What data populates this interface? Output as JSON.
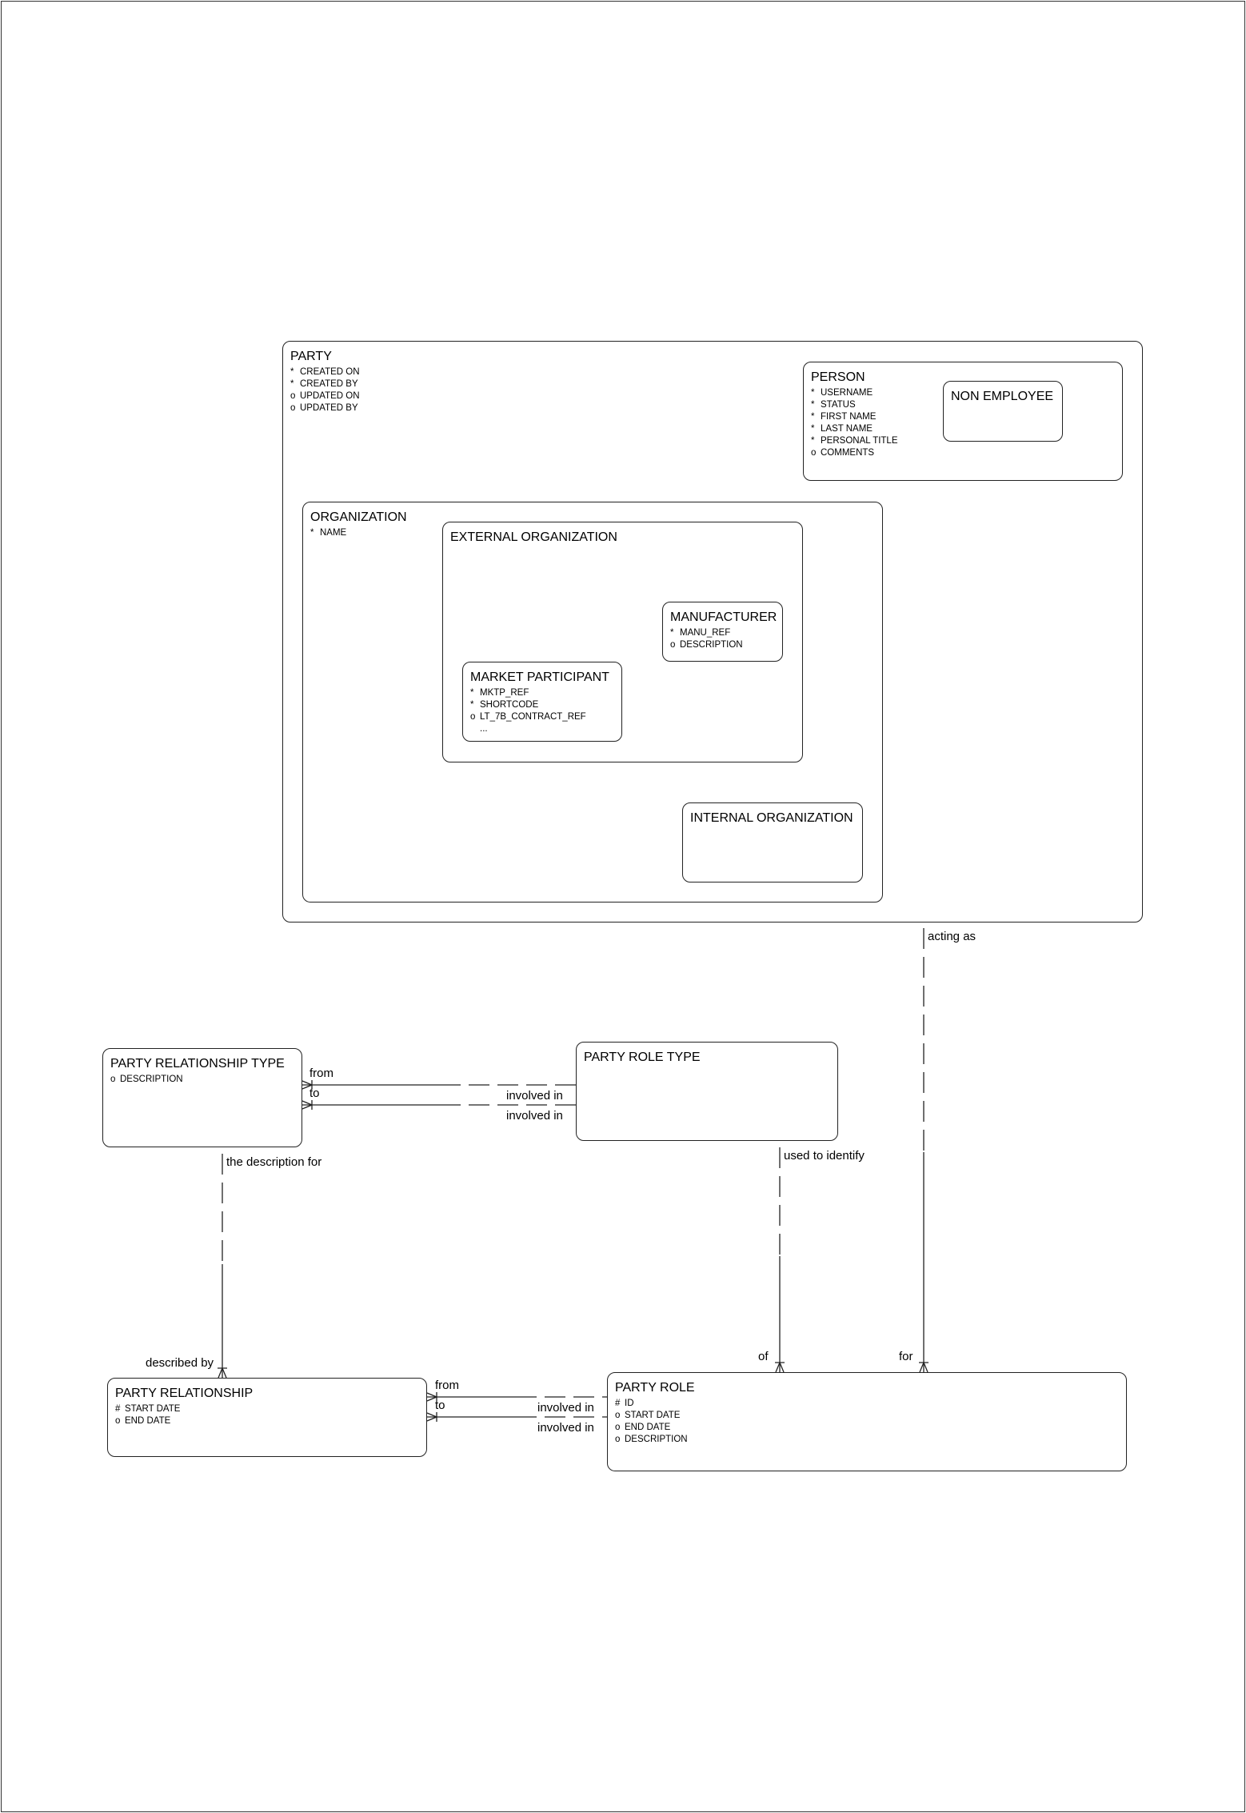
{
  "entities": {
    "party": {
      "title": "PARTY",
      "attributes": [
        {
          "mark": "*",
          "name": "CREATED ON"
        },
        {
          "mark": "*",
          "name": "CREATED BY"
        },
        {
          "mark": "o",
          "name": "UPDATED ON"
        },
        {
          "mark": "o",
          "name": "UPDATED BY"
        }
      ]
    },
    "person": {
      "title": "PERSON",
      "attributes": [
        {
          "mark": "*",
          "name": "USERNAME"
        },
        {
          "mark": "*",
          "name": "STATUS"
        },
        {
          "mark": "*",
          "name": "FIRST NAME"
        },
        {
          "mark": "*",
          "name": "LAST NAME"
        },
        {
          "mark": "*",
          "name": "PERSONAL TITLE"
        },
        {
          "mark": "o",
          "name": "COMMENTS"
        }
      ]
    },
    "non_employee": {
      "title": "NON EMPLOYEE",
      "attributes": []
    },
    "organization": {
      "title": "ORGANIZATION",
      "attributes": [
        {
          "mark": "*",
          "name": "NAME"
        }
      ]
    },
    "external_organization": {
      "title": "EXTERNAL ORGANIZATION",
      "attributes": []
    },
    "manufacturer": {
      "title": "MANUFACTURER",
      "attributes": [
        {
          "mark": "*",
          "name": "MANU_REF"
        },
        {
          "mark": "o",
          "name": "DESCRIPTION"
        }
      ]
    },
    "market_participant": {
      "title": "MARKET PARTICIPANT",
      "attributes": [
        {
          "mark": "*",
          "name": "MKTP_REF"
        },
        {
          "mark": "*",
          "name": "SHORTCODE"
        },
        {
          "mark": "o",
          "name": "LT_7B_CONTRACT_REF"
        },
        {
          "mark": "",
          "name": "..."
        }
      ]
    },
    "internal_organization": {
      "title": "INTERNAL ORGANIZATION",
      "attributes": []
    },
    "party_relationship_type": {
      "title": "PARTY RELATIONSHIP TYPE",
      "attributes": [
        {
          "mark": "o",
          "name": "DESCRIPTION"
        }
      ]
    },
    "party_role_type": {
      "title": "PARTY ROLE TYPE",
      "attributes": []
    },
    "party_relationship": {
      "title": "PARTY RELATIONSHIP",
      "attributes": [
        {
          "mark": "#",
          "name": "START DATE"
        },
        {
          "mark": "o",
          "name": "END DATE"
        }
      ]
    },
    "party_role": {
      "title": "PARTY ROLE",
      "attributes": [
        {
          "mark": "#",
          "name": "ID"
        },
        {
          "mark": "o",
          "name": "START DATE"
        },
        {
          "mark": "o",
          "name": "END DATE"
        },
        {
          "mark": "o",
          "name": "DESCRIPTION"
        }
      ]
    }
  },
  "relationship_labels": {
    "acting_as": "acting as",
    "for": "for",
    "from_prt": "from",
    "to_prt": "to",
    "involved_in_prt_1": "involved in",
    "involved_in_prt_2": "involved in",
    "used_to_identify": "used to identify",
    "of": "of",
    "the_description_for": "the description for",
    "described_by": "described by",
    "from_pr": "from",
    "to_pr": "to",
    "involved_in_pr_1": "involved in",
    "involved_in_pr_2": "involved in"
  }
}
